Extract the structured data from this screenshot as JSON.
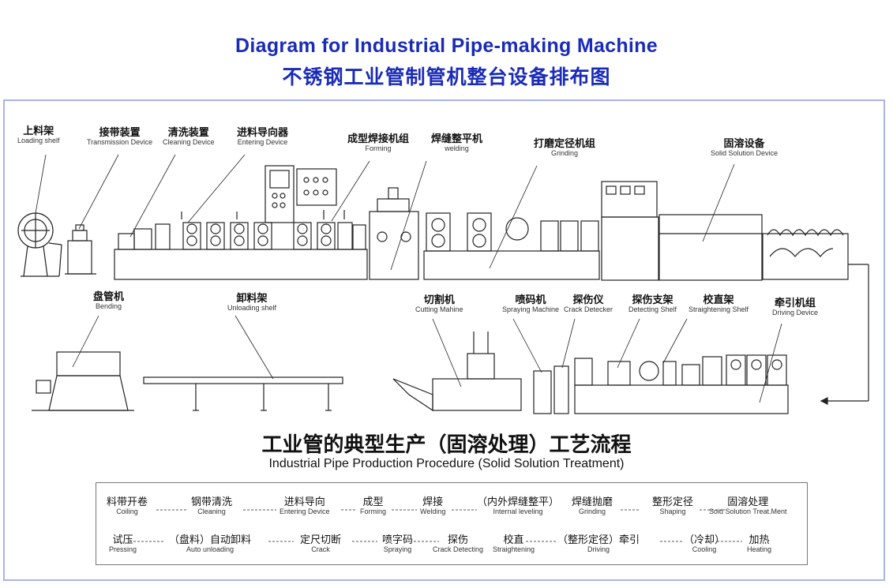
{
  "title": {
    "english": "Diagram for Industrial Pipe-making Machine",
    "chinese": "不锈钢工业管制管机整台设备排布图"
  },
  "top_row": [
    {
      "cn": "上料架",
      "en": "Loading shelf"
    },
    {
      "cn": "接带装置",
      "en": "Transmission Device"
    },
    {
      "cn": "清洗装置",
      "en": "Cleaning Device"
    },
    {
      "cn": "进料导向器",
      "en": "Entering Device"
    },
    {
      "cn": "成型焊接机组",
      "en": "Forming"
    },
    {
      "cn": "焊缝整平机",
      "en": "welding"
    },
    {
      "cn": "打磨定径机组",
      "en": "Grinding"
    },
    {
      "cn": "固溶设备",
      "en": "Solid Solution Device"
    }
  ],
  "bottom_row": [
    {
      "cn": "盘管机",
      "en": "Bending"
    },
    {
      "cn": "卸料架",
      "en": "Unloading shelf"
    },
    {
      "cn": "切割机",
      "en": "Cutting Mahine"
    },
    {
      "cn": "喷码机",
      "en": "Spraying Machine"
    },
    {
      "cn": "探伤仪",
      "en": "Crack Detecker"
    },
    {
      "cn": "探伤支架",
      "en": "Detecting Shelf"
    },
    {
      "cn": "校直架",
      "en": "Straightening Shelf"
    },
    {
      "cn": "牵引机组",
      "en": "Driving Device"
    }
  ],
  "procedure": {
    "title_cn": "工业管的典型生产（固溶处理）工艺流程",
    "title_en": "Industrial Pipe Production Procedure (Solid Solution Treatment)",
    "row1": [
      {
        "cn": "料带开卷",
        "en": "Coiling"
      },
      {
        "cn": "钢带清洗",
        "en": "Cleaning"
      },
      {
        "cn": "进料导向",
        "en": "Entering Device"
      },
      {
        "cn": "成型",
        "en": "Forming"
      },
      {
        "cn": "焊接",
        "en": "Welding"
      },
      {
        "cn": "（内外焊缝整平）",
        "en": "Internal leveling"
      },
      {
        "cn": "焊缝抛磨",
        "en": "Grinding"
      },
      {
        "cn": "整形定径",
        "en": "Shaping"
      },
      {
        "cn": "固溶处理",
        "en": "Soid Solution Treat.Ment"
      }
    ],
    "row2": [
      {
        "cn": "试压",
        "en": "Pressing"
      },
      {
        "cn": "（盘料）自动卸料",
        "en": "Auto unloading"
      },
      {
        "cn": "定尺切断",
        "en": "Crack"
      },
      {
        "cn": "喷字码",
        "en": "Spraying"
      },
      {
        "cn": "探伤",
        "en": "Crack Detecting"
      },
      {
        "cn": "校直",
        "en": "Straightening"
      },
      {
        "cn": "（整形定径）牵引",
        "en": "Driving"
      },
      {
        "cn": "（冷却）",
        "en": "Cooling"
      },
      {
        "cn": "加热",
        "en": "Heating"
      }
    ]
  }
}
